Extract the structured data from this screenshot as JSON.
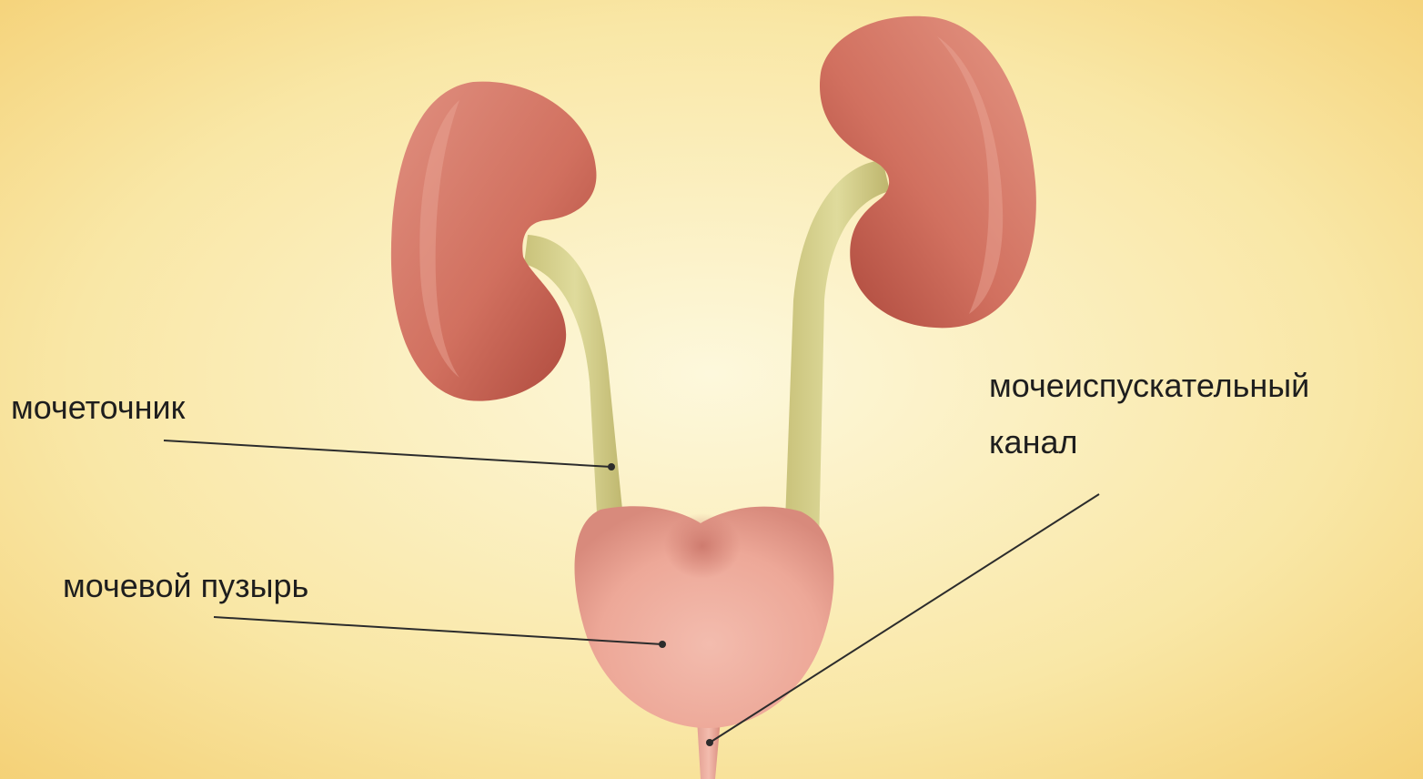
{
  "colors": {
    "background_center": "#fdf6d6",
    "background_edge": "#f5d37a",
    "kidney": "#d47a66",
    "kidney_shadow": "#b55446",
    "ureter": "#d7d48e",
    "bladder": "#f2b4a6",
    "bladder_shadow": "#d98a80",
    "label_text": "#1e1e1e",
    "pointer_line": "#2c2c2c"
  },
  "labels": {
    "ureter": "мочеточник",
    "bladder": "мочевой пузырь",
    "urethra_line1": "мочеиспускательный",
    "urethra_line2": "канал"
  }
}
